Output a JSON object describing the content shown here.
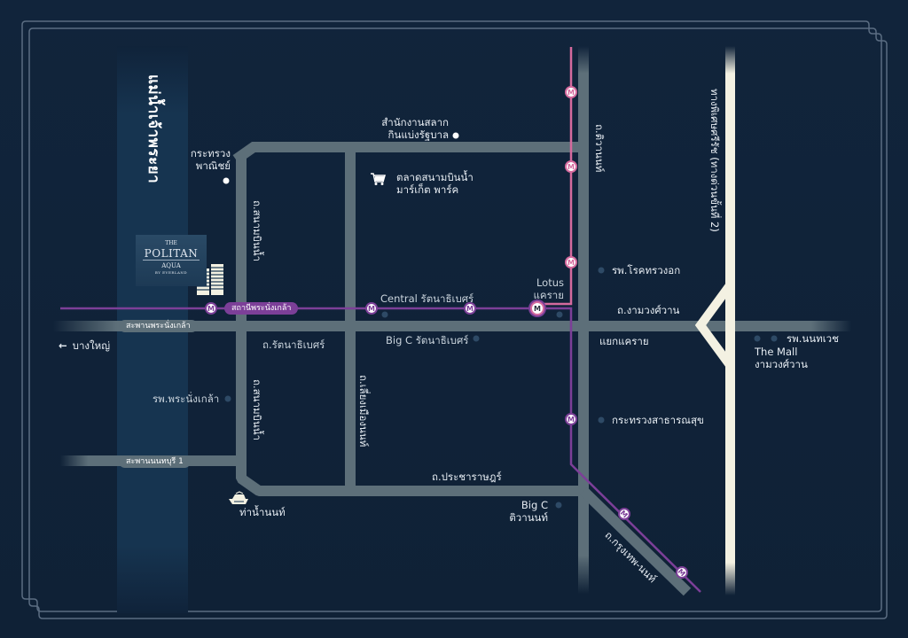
{
  "colors": {
    "background": "#10233a",
    "river": "#163450",
    "road": "#5d6f79",
    "expressway": "#f3f1e2",
    "mrt_purple": "#7c3f98",
    "mrt_pink": "#d56a9e",
    "frame": "#5b6d82",
    "poi_dot": "#2e4a66"
  },
  "river": {
    "label": "แม่น้ำเจ้าพระยา"
  },
  "project": {
    "logo_line1": "THE",
    "logo_line2": "POLITAN",
    "logo_line3": "AQUA",
    "logo_line4": "BY EVERLAND"
  },
  "roads": {
    "bridge_phra_nang_klao": "สะพานพระนั่งเกล้า",
    "bridge_nonthaburi_1": "สะพานนนทบุรี 1",
    "sanambinnam_north": "ถ.สนามบินน้ำ",
    "sanambinnam_south": "ถ.สนามบินน้ำ",
    "rattanathibet": "ถ.รัตนาธิเบศร์",
    "liang_mueang": "ถ.เลี่ยงเมืองนนท์",
    "pracharatsadon": "ถ.ประชาราษฎร์",
    "tiwanon": "ถ.ติวานนท์",
    "ngamwongwan": "ถ.งามวงศ์วาน",
    "krungthep_nonthaburi": "ถ.กรุงเทพ-นนท์",
    "expressway": "ทางพิเศษศรีรัช (ทางด่วนขั้นที่ 2)"
  },
  "stations": {
    "phra_nang_klao": "สถานีพระนั่งเกล้า"
  },
  "places": {
    "bang_yai": "บางใหญ่",
    "commerce_ministry": [
      "กระทรวง",
      "พาณิชย์"
    ],
    "lottery_office": [
      "สำนักงานสลาก",
      "กินแบ่งรัฐบาล"
    ],
    "market": [
      "ตลาดสนามบินน้ำ",
      "มาร์เก็ต พาร์ค"
    ],
    "central": "Central รัตนาธิเบศร์",
    "lotus": [
      "Lotus",
      "แคราย"
    ],
    "big_c_ratthanathibet": "Big C รัตนาธิเบศร์",
    "chest_hospital": "รพ.โรคทรวงอก",
    "khae_rai_junction": "แยกแคราย",
    "nonthavej_hospital": "รพ.นนทเวช",
    "the_mall": [
      "The Mall",
      "งามวงศ์วาน"
    ],
    "phra_nang_klao_hospital": "รพ.พระนั่งเกล้า",
    "public_health_ministry": "กระทรวงสาธารณสุข",
    "nonthaburi_pier": "ท่าน้ำนนท์",
    "big_c_tiwanon": [
      "Big C",
      "ติวานนท์"
    ]
  },
  "icons": {
    "mrt": "M",
    "arrow_left": "←",
    "cart": "shopping-cart",
    "boat": "ferry-boat"
  }
}
